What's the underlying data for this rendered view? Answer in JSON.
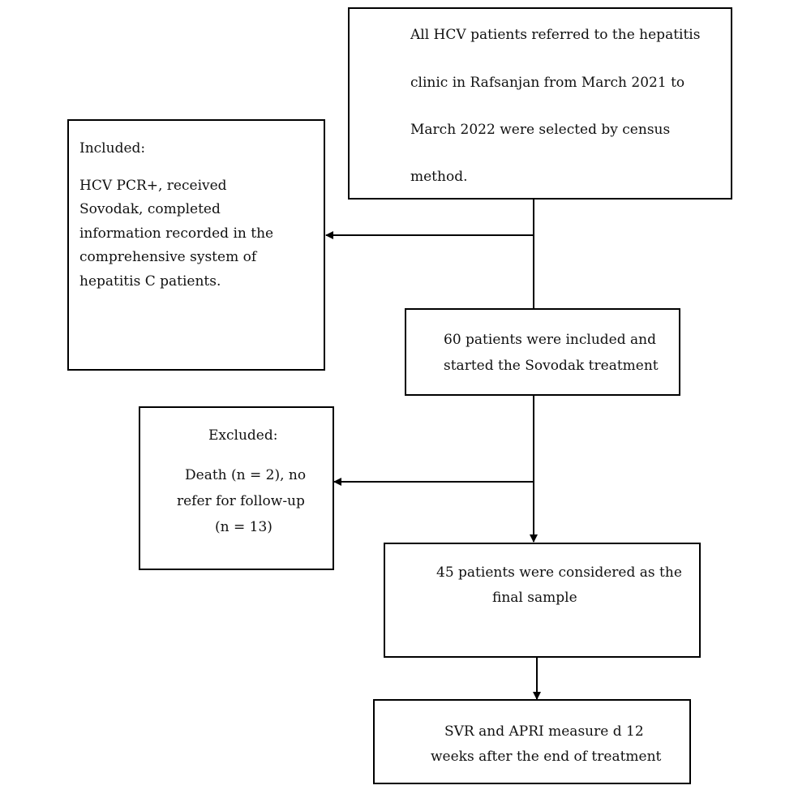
{
  "flowchart": {
    "source": {
      "lines": [
        "All HCV patients referred to the hepatitis",
        "clinic in Rafsanjan from March 2021 to",
        "March 2022 were selected by census",
        "method."
      ]
    },
    "included": {
      "heading": "Included:",
      "lines": [
        "HCV PCR+, received",
        "Sovodak, completed",
        "information recorded in the",
        "comprehensive system of",
        "hepatitis C patients."
      ]
    },
    "started": {
      "lines": [
        "60 patients were included and",
        "started the Sovodak treatment"
      ]
    },
    "excluded": {
      "heading": "Excluded:",
      "lines": [
        "Death (n = 2), no",
        "refer for follow-up",
        "(n = 13)"
      ]
    },
    "final_sample": {
      "lines": [
        "45 patients were considered as the",
        "final sample"
      ]
    },
    "outcome": {
      "lines": [
        "SVR and APRI measure d 12",
        "weeks after the end of treatment"
      ]
    }
  }
}
